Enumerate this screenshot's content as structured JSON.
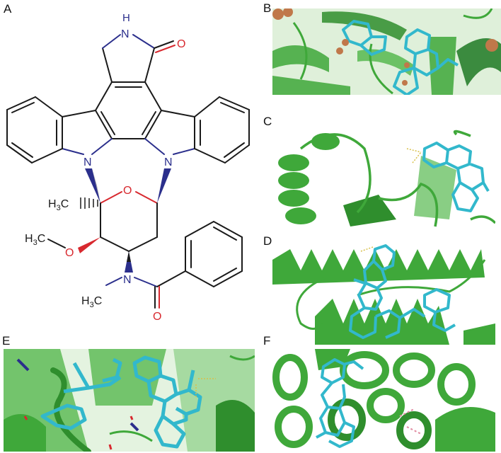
{
  "figure": {
    "panels": [
      {
        "id": "A",
        "label": "A",
        "type": "chemical-structure",
        "description": "2D skeletal formula of staurosporine derivative (N-benzoyl)"
      },
      {
        "id": "B",
        "label": "B",
        "type": "protein-ligand-render"
      },
      {
        "id": "C",
        "label": "C",
        "type": "protein-ligand-render"
      },
      {
        "id": "D",
        "label": "D",
        "type": "protein-ligand-render"
      },
      {
        "id": "E",
        "label": "E",
        "type": "protein-ligand-render"
      },
      {
        "id": "F",
        "label": "F",
        "type": "protein-ligand-render"
      }
    ],
    "structure_atoms": {
      "nh_h": "H",
      "nh_n": "N",
      "carbonyl_o": "O",
      "indole_n_left": "N",
      "indole_n_right": "N",
      "ring_o": "O",
      "methyl_h3c": "H",
      "methyl_sub": "3",
      "methyl_c": "C",
      "methoxy_h": "H",
      "methoxy_sub": "3",
      "methoxy_c": "C",
      "methoxy_o": "O",
      "amide_n": "N",
      "nmethyl_h": "H",
      "nmethyl_sub": "3",
      "nmethyl_c": "C",
      "amide_o": "O"
    },
    "colors": {
      "bond": "#1a1a1a",
      "nitrogen": "#2b2f8c",
      "oxygen": "#d8292f",
      "protein": "#3fa83a",
      "protein_dark": "#1f7a24",
      "protein_light": "#7ccd6f",
      "ligand": "#32b8cc",
      "metal": "#c0784a",
      "hbond": "#d8c04a"
    }
  }
}
